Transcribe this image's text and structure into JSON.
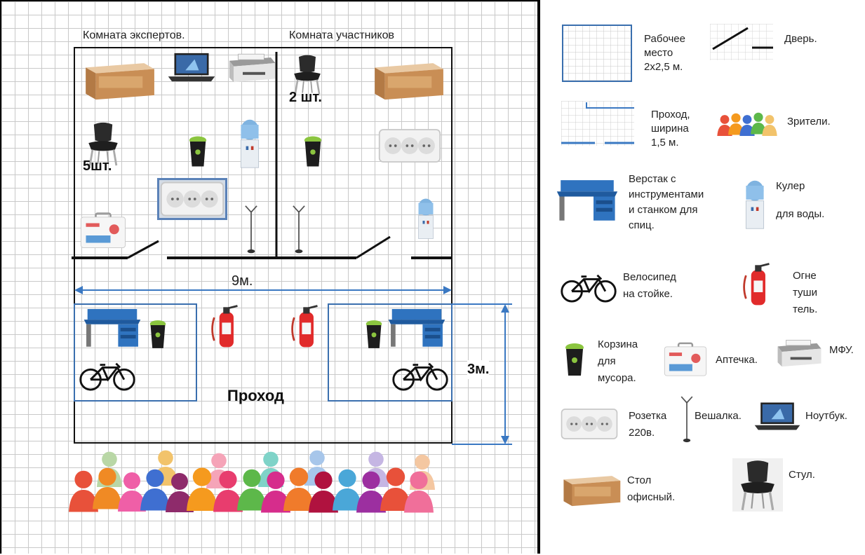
{
  "plan": {
    "room_experts": "Комната экспертов.",
    "room_participants": "Комната участников",
    "chairs_experts": "5шт.",
    "chairs_participants": "2 шт.",
    "width_label": "9м.",
    "depth_label": "3м.",
    "aisle_label": "Проход"
  },
  "legend": {
    "workplace": [
      "Рабочее",
      "место",
      "2х2,5 м."
    ],
    "door": "Дверь.",
    "aisle": [
      "Проход,",
      "ширина",
      "1,5 м."
    ],
    "spectators": "Зрители.",
    "workbench": [
      "Верстак с",
      "инструментами",
      "и станком для",
      "спиц."
    ],
    "cooler": [
      "Кулер",
      "для воды."
    ],
    "bicycle": [
      "Велосипед",
      "на стойке."
    ],
    "extinguisher": [
      "Огне",
      "туши",
      "тель."
    ],
    "trash": [
      "Корзина",
      "для",
      "мусора."
    ],
    "first_aid": "Аптечка.",
    "mfp": "МФУ.",
    "socket": [
      "Розетка",
      "220в."
    ],
    "hanger": "Вешалка.",
    "laptop": "Ноутбук.",
    "desk": [
      "Стол",
      "офисный."
    ],
    "chair": "Стул."
  }
}
